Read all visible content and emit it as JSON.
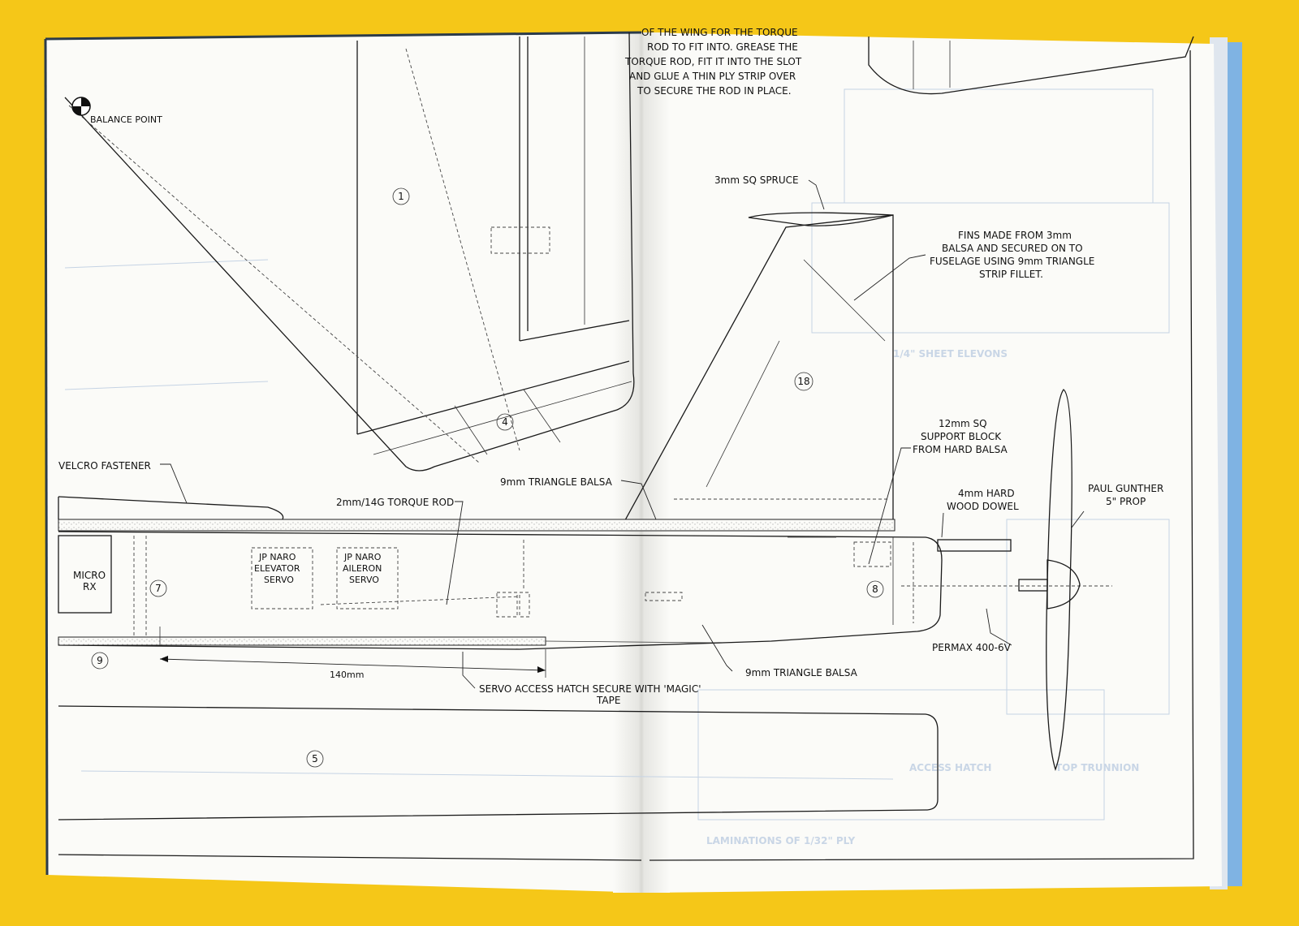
{
  "domain": "Diagram",
  "plan": {
    "top_note": [
      "OF THE WING FOR THE TORQUE",
      "ROD TO FIT INTO. GREASE THE",
      "TORQUE ROD, FIT IT INTO THE SLOT",
      "AND GLUE A THIN PLY STRIP OVER",
      "TO SECURE THE ROD IN PLACE."
    ],
    "labels": {
      "balance_point": "BALANCE POINT",
      "spruce": "3mm SQ SPRUCE",
      "fins": [
        "FINS MADE FROM 3mm",
        "BALSA AND SECURED ON TO",
        "FUSELAGE USING 9mm TRIANGLE",
        "STRIP FILLET."
      ],
      "support_block": [
        "12mm SQ",
        "SUPPORT BLOCK",
        "FROM HARD BALSA"
      ],
      "dowel": [
        "4mm HARD",
        "WOOD DOWEL"
      ],
      "prop": [
        "PAUL GUNTHER",
        "5\" PROP"
      ],
      "velcro": "VELCRO FASTENER",
      "triangle_balsa_top": "9mm TRIANGLE BALSA",
      "torque_rod": "2mm/14G TORQUE ROD",
      "micro_rx": [
        "MICRO",
        "RX"
      ],
      "elevator_servo": [
        "JP NARO",
        "ELEVATOR",
        "SERVO"
      ],
      "aileron_servo": [
        "JP NARO",
        "AILERON",
        "SERVO"
      ],
      "permax": "PERMAX 400-6V",
      "dimension": "140mm",
      "hatch": [
        "SERVO ACCESS HATCH SECURE WITH 'MAGIC'",
        "TAPE"
      ],
      "triangle_balsa_bottom": "9mm TRIANGLE BALSA"
    },
    "part_numbers": [
      "1",
      "4",
      "18",
      "7",
      "8",
      "9",
      "5"
    ],
    "colors": {
      "background": "#f5c718",
      "paper": "#fbfbf8",
      "ink": "#1a1a1a",
      "bleed": "#c9d6e6"
    }
  }
}
